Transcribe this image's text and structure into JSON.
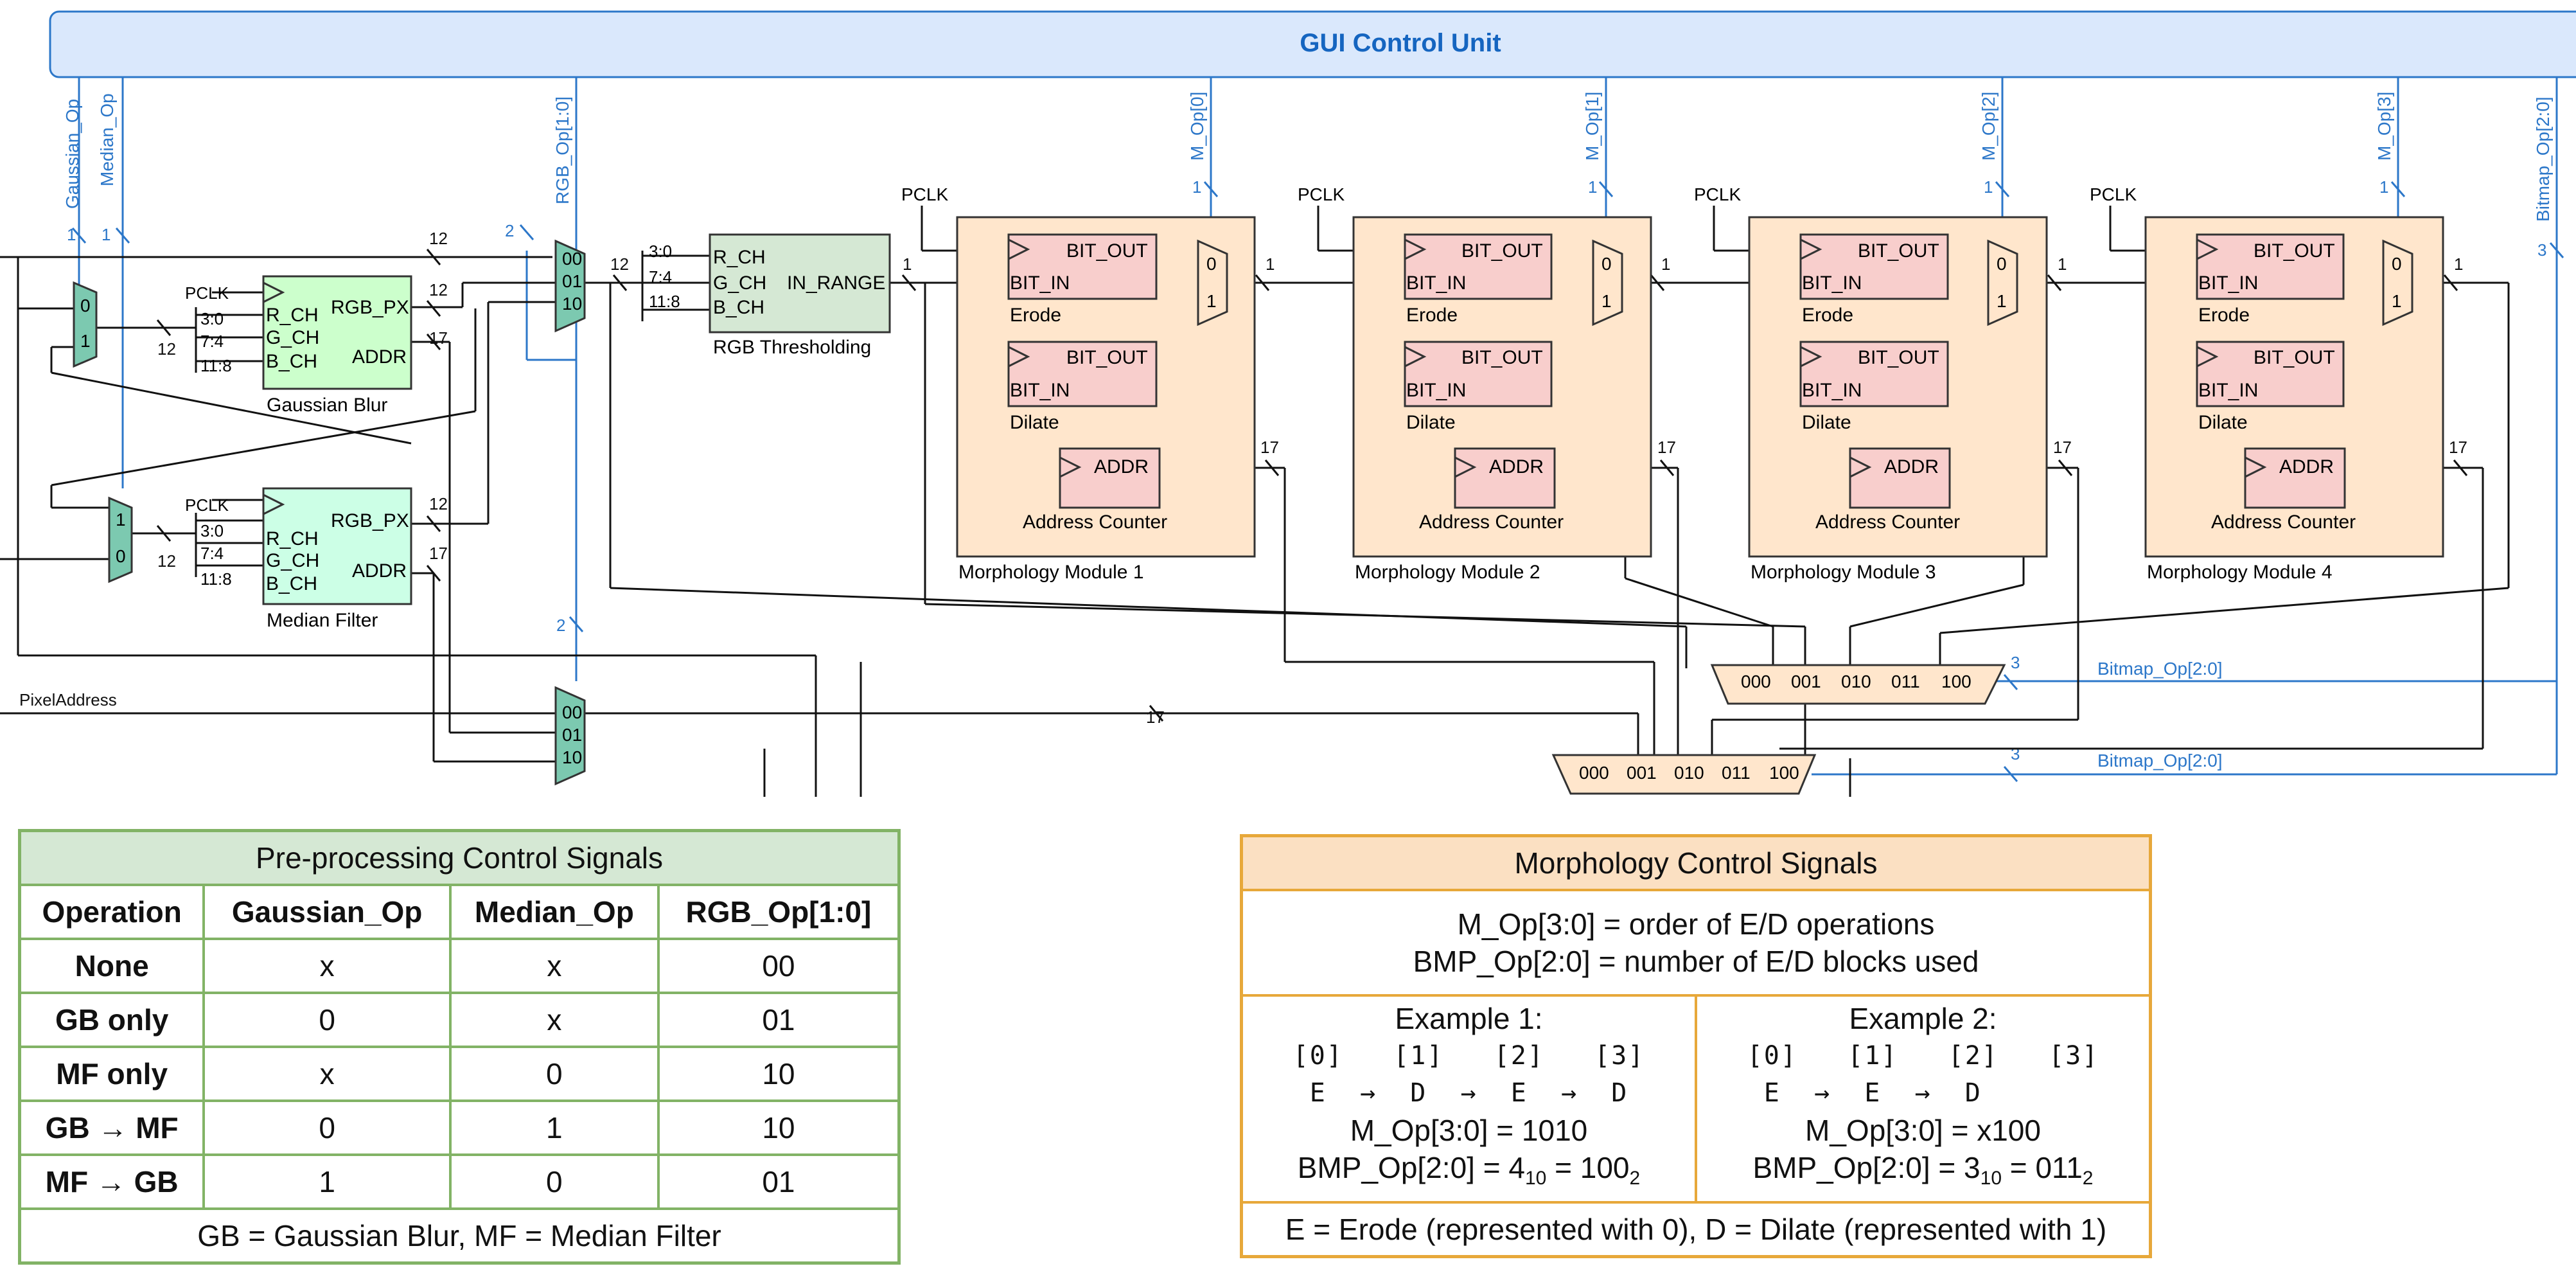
{
  "title": "GUI Control Unit",
  "signals": {
    "gaussian_op": "Gaussian_Op",
    "median_op": "Median_Op",
    "rgb_op": "RGB_Op[1:0]",
    "m_op0": "M_Op[0]",
    "m_op1": "M_Op[1]",
    "m_op2": "M_Op[2]",
    "m_op3": "M_Op[3]",
    "bitmap_op": "Bitmap_Op[2:0]",
    "pixel_address": "PixelAddress",
    "pclk": "PCLK"
  },
  "widths": {
    "w1": "1",
    "w2": "2",
    "w3": "3",
    "w12": "12",
    "w17": "17"
  },
  "mux": {
    "in0": "0",
    "in1": "1",
    "in00": "00",
    "in01": "01",
    "in10": "10",
    "b000": "000",
    "b001": "001",
    "b010": "010",
    "b011": "011",
    "b100": "100"
  },
  "blocks": {
    "gaussian_blur": "Gaussian Blur",
    "median_filter": "Median Filter",
    "rgb_thresholding": "RGB Thresholding",
    "erode": "Erode",
    "dilate": "Dilate",
    "address_counter": "Address Counter",
    "modules": [
      "Morphology Module 1",
      "Morphology Module 2",
      "Morphology Module 3",
      "Morphology Module 4"
    ]
  },
  "ports": {
    "r_ch": "R_CH",
    "g_ch": "G_CH",
    "b_ch": "B_CH",
    "rgb_px": "RGB_PX",
    "addr": "ADDR",
    "in_range": "IN_RANGE",
    "bit_out": "BIT_OUT",
    "bit_in": "BIT_IN",
    "bits_30": "3:0",
    "bits_74": "7:4",
    "bits_118": "11:8"
  },
  "pre_table": {
    "title": "Pre-processing Control Signals",
    "headers": [
      "Operation",
      "Gaussian_Op",
      "Median_Op",
      "RGB_Op[1:0]"
    ],
    "rows": [
      [
        "None",
        "x",
        "x",
        "00"
      ],
      [
        "GB only",
        "0",
        "x",
        "01"
      ],
      [
        "MF only",
        "x",
        "0",
        "10"
      ],
      [
        "GB → MF",
        "0",
        "1",
        "10"
      ],
      [
        "MF → GB",
        "1",
        "0",
        "01"
      ]
    ],
    "footer": "GB = Gaussian Blur, MF = Median Filter"
  },
  "morph_table": {
    "title": "Morphology Control Signals",
    "line1": "M_Op[3:0] = order of E/D operations",
    "line2": "BMP_Op[2:0] = number of E/D blocks used",
    "ex1": {
      "title": "Example 1:",
      "idx": "[0]   [1]   [2]   [3]",
      "ops": "E  →  D  →  E  →  D",
      "mop": "M_Op[3:0] = 1010",
      "bmp_pre": "BMP_Op[2:0] = 4",
      "bmp_sub1": "10",
      "bmp_mid": " = 100",
      "bmp_sub2": "2"
    },
    "ex2": {
      "title": "Example 2:",
      "idx": "[0]   [1]   [2]   [3]",
      "ops": "E  →  E  →  D      ",
      "mop": "M_Op[3:0] = x100",
      "bmp_pre": "BMP_Op[2:0] = 3",
      "bmp_sub1": "10",
      "bmp_mid": " = 011",
      "bmp_sub2": "2"
    },
    "footer": "E = Erode (represented with 0), D = Dilate (represented with 1)"
  }
}
